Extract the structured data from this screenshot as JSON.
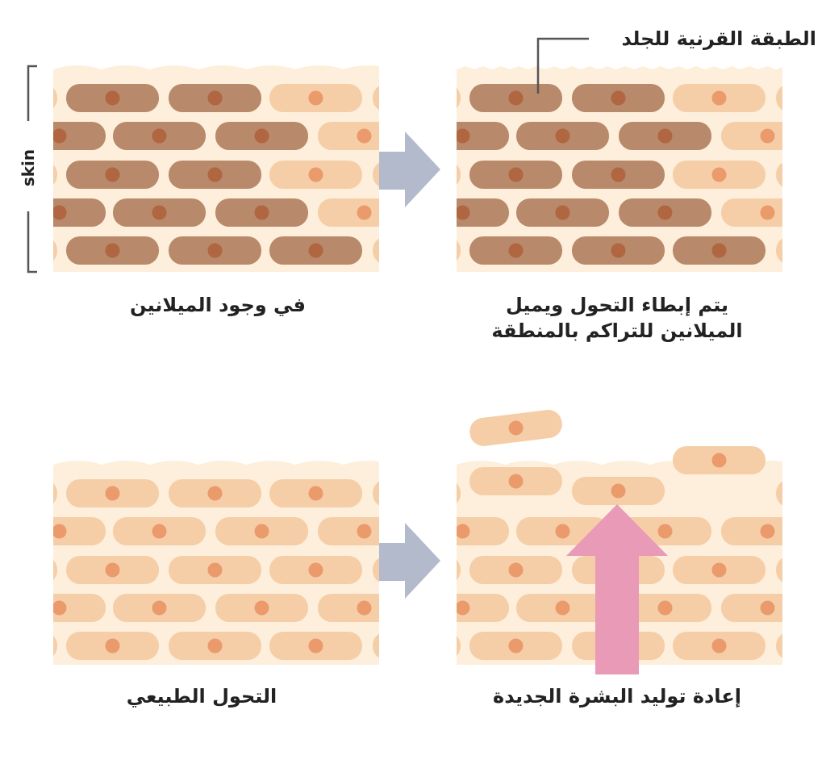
{
  "labels": {
    "skin": "skin",
    "stratum_corneum": "الطبقة القرنية للجلد",
    "with_melanin": "في وجود الميلانين",
    "slowed_line1": "يتم إبطاء التحول ويميل",
    "slowed_line2": "الميلانين للتراكم بالمنطقة",
    "natural_turnover": "التحول الطبيعي",
    "regeneration": "إعادة توليد البشرة الجديدة"
  },
  "colors": {
    "background": "#fdefdb",
    "dark_cell": "#b8896a",
    "dark_nucleus": "#b06640",
    "light_cell": "#f5cea8",
    "light_nucleus": "#eb9a6c",
    "gray_arrow": "#b3bacb",
    "pink_arrow": "#e89ab6",
    "line": "#555555"
  }
}
